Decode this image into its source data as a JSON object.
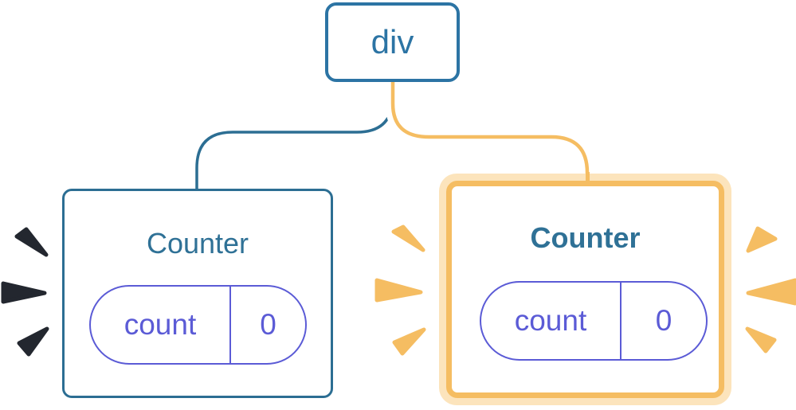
{
  "diagram": {
    "root": {
      "label": "div"
    },
    "children": [
      {
        "title": "Counter",
        "state_key": "count",
        "state_value": "0",
        "highlighted": false
      },
      {
        "title": "Counter",
        "state_key": "count",
        "state_value": "0",
        "highlighted": true
      }
    ]
  },
  "colors": {
    "background": "#FFFFFF",
    "blue_border": "#2C74A4",
    "blue_text": "#2F7196",
    "blue_line": "#2C6E93",
    "purple": "#5B5BD6",
    "orange": "#F5BD62",
    "orange_pale": "#FCE4BC",
    "dark_spark": "#23272F"
  }
}
